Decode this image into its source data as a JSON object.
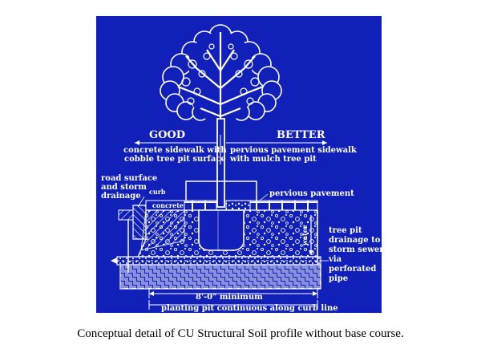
{
  "diagram": {
    "heading_good": "GOOD",
    "heading_better": "BETTER",
    "good_desc_line1": "concrete sidewalk with",
    "good_desc_line2": "cobble tree pit surface",
    "better_desc_line1": "pervious pavement sidewalk",
    "better_desc_line2": "with mulch tree pit",
    "road_label_line1": "road surface",
    "road_label_line2": "and storm",
    "road_label_line3": "drainage",
    "curb_label": "curb",
    "concrete_label": "concrete",
    "pervious_label": "pervious pavement",
    "water_label": "water",
    "drain_label_line1": "tree pit",
    "drain_label_line2": "drainage to",
    "drain_label_line3": "storm sewer",
    "drain_label_line4": "via",
    "drain_label_line5": "perforated",
    "drain_label_line6": "pipe",
    "dimension_label": "8'-0\" minimum",
    "pit_label": "planting pit continuous along curb line"
  },
  "caption": "Conceptual detail of CU Structural Soil profile without base course.",
  "colors": {
    "blueprint_background": "#1020b8",
    "lines": "#ffffff",
    "page_background": "#ffffff",
    "caption_text": "#000000"
  }
}
